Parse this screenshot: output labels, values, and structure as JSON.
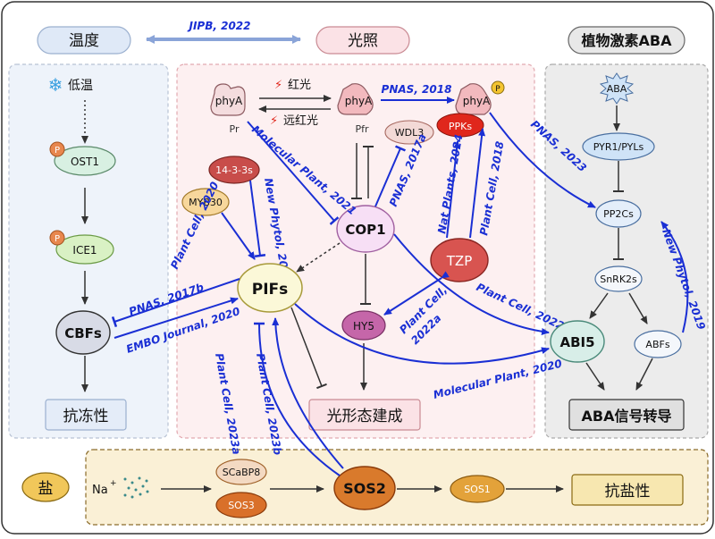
{
  "header": {
    "temperature": "温度",
    "light": "光照",
    "hormone": "植物激素ABA",
    "citation": "JIPB, 2022"
  },
  "cold_panel": {
    "cold_label": "低温",
    "ost1": "OST1",
    "ice1": "ICE1",
    "cbfs": "CBFs",
    "output": "抗冻性",
    "p": "P"
  },
  "light_panel": {
    "phyA": "phyA",
    "pr": "Pr",
    "pfr": "Pfr",
    "red_light": "红光",
    "far_red_light": "远红光",
    "ppks": "PPKs",
    "p": "P",
    "wdl3": "WDL3",
    "cop1": "COP1",
    "tzp": "TZP",
    "hy5": "HY5",
    "pifs": "PIFs",
    "myb30": "MYB30",
    "protein_14_3_3": "14-3-3s",
    "output": "光形态建成"
  },
  "aba_panel": {
    "aba": "ABA",
    "receptor": "PYR1/PYLs",
    "pp2cs": "PP2Cs",
    "snrk2s": "SnRK2s",
    "abi5": "ABI5",
    "abfs": "ABFs",
    "output": "ABA信号转导"
  },
  "salt_panel": {
    "salt": "盐",
    "na": "Na",
    "na_sup": "+",
    "scabp8": "SCaBP8",
    "sos3": "SOS3",
    "sos2": "SOS2",
    "sos1": "SOS1",
    "output": "抗盐性"
  },
  "citations": {
    "pnas_2018": "PNAS, 2018",
    "molecular_plant_2021": "Molecular Plant, 2021",
    "pnas_2017a": "PNAS, 2017a",
    "nat_plants_2024": "Nat Plants, 2024",
    "plant_cell_2018": "Plant Cell, 2018",
    "pnas_2023": "PNAS, 2023",
    "new_phytol_2023": "New Phytol, 2023",
    "plant_cell_2020": "Plant Cell, 2020",
    "pnas_2017b": "PNAS, 2017b",
    "embo_2020": "EMBO Journal, 2020",
    "plant_cell_2022b": "Plant Cell, 2022b",
    "plant_cell_2022a_1": "Plant Cell,",
    "plant_cell_2022a_2": "2022a",
    "new_phytol_2019": "New Phytol, 2019",
    "molecular_plant_2020": "Molecular Plant, 2020",
    "plant_cell_2023a": "Plant Cell, 2023a",
    "plant_cell_2023b": "Plant Cell, 2023b"
  },
  "colors": {
    "citation_blue": "#1a2fd4",
    "cold_panel_bg": "#eef3fa",
    "light_panel_bg": "#fdf0f1",
    "aba_panel_bg": "#ececec",
    "salt_panel_bg": "#faf0d6",
    "pifs_fill": "#fbf8d8",
    "cop1_fill": "#f7dff5",
    "tzp_fill": "#d85450",
    "hy5_fill": "#c566a9",
    "ppks_fill": "#e0271c",
    "sos2_fill": "#d97a2c",
    "abi5_fill": "#d8eee8"
  }
}
